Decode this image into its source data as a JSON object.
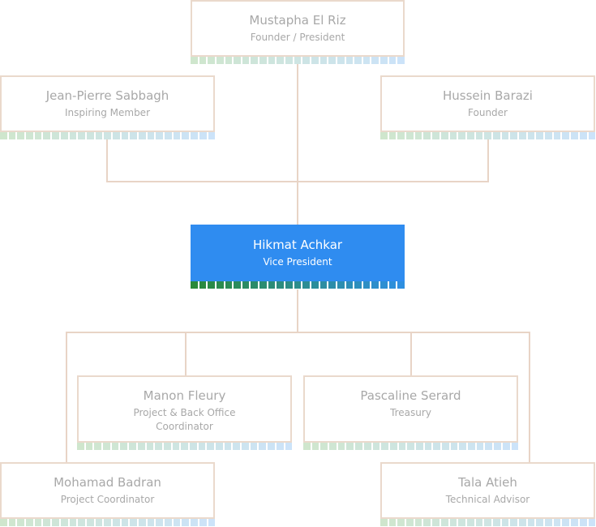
{
  "colors": {
    "connector": "#e8d4c6",
    "card_border": "#ead9cc",
    "text": "#a8a8a8",
    "highlight_bg": "#2f8cf0",
    "highlight_text": "#ffffff",
    "strip_start": "#cfe6cd",
    "strip_end": "#cce3f9",
    "strip_start_active": "#2a8a3a",
    "strip_end_active": "#2e8fe0"
  },
  "people": {
    "mustapha": {
      "name": "Mustapha El Riz",
      "role": "Founder / President"
    },
    "jeanpierre": {
      "name": "Jean-Pierre Sabbagh",
      "role": "Inspiring Member"
    },
    "hussein": {
      "name": "Hussein Barazi",
      "role": "Founder"
    },
    "hikmat": {
      "name": "Hikmat Achkar",
      "role": "Vice President"
    },
    "manon": {
      "name": "Manon Fleury",
      "role_line1": "Project & Back Office",
      "role_line2": "Coordinator"
    },
    "pascaline": {
      "name": "Pascaline Serard",
      "role": "Treasury"
    },
    "mohamad": {
      "name": "Mohamad Badran",
      "role": "Project Coordinator"
    },
    "tala": {
      "name": "Tala Atieh",
      "role": "Technical Advisor"
    }
  }
}
